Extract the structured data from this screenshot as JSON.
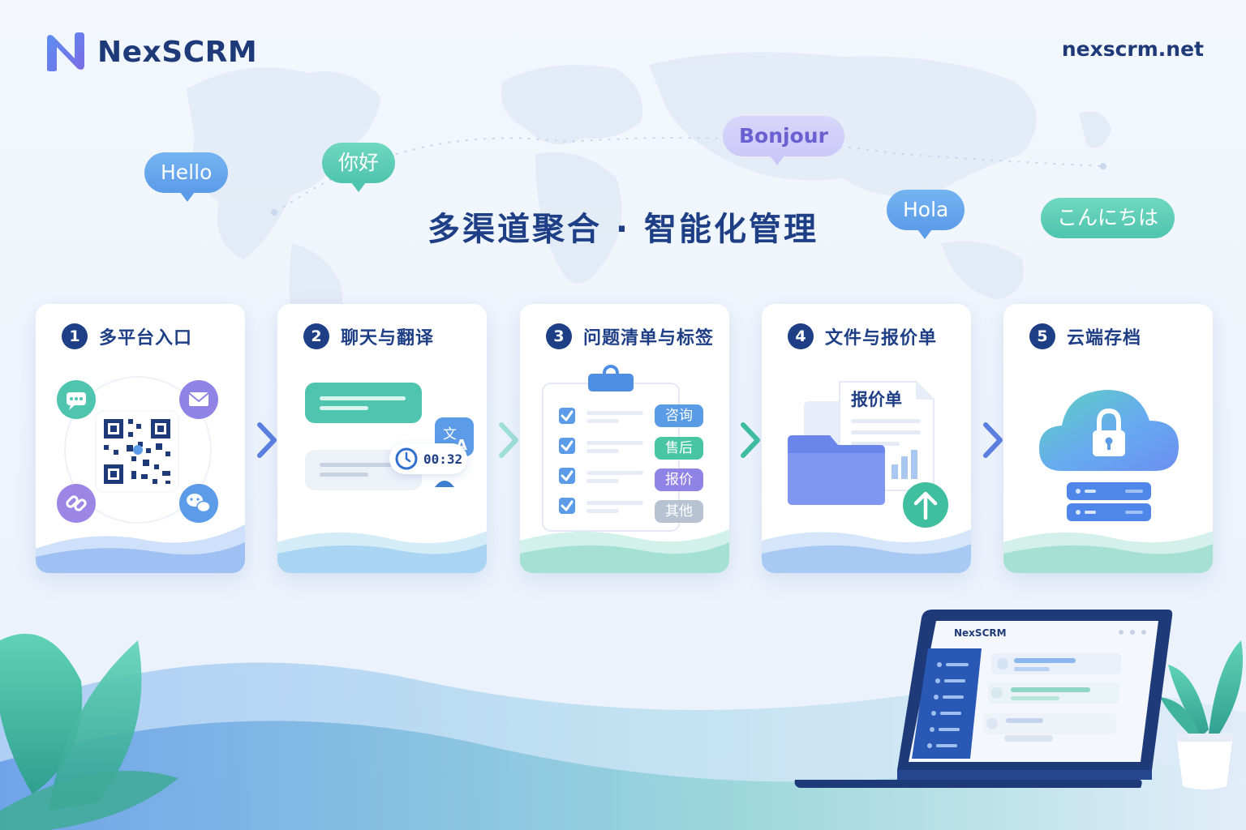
{
  "brand": {
    "name": "NexSCRM",
    "url": "nexscrm.net"
  },
  "headline": "多渠道聚合 · 智能化管理",
  "greetings": [
    "Hello",
    "你好",
    "Bonjour",
    "Hola",
    "こんにちは"
  ],
  "steps": [
    {
      "num": "1",
      "title": "多平台入口"
    },
    {
      "num": "2",
      "title": "聊天与翻译"
    },
    {
      "num": "3",
      "title": "问题清单与标签"
    },
    {
      "num": "4",
      "title": "文件与报价单"
    },
    {
      "num": "5",
      "title": "云端存档"
    }
  ],
  "chat_timer": "00:32",
  "tags": [
    "咨询",
    "售后",
    "报价",
    "其他"
  ],
  "quote_doc_title": "报价单",
  "laptop_brand": "NexSCRM",
  "icons": {
    "channels": [
      "chat-icon",
      "mail-icon",
      "link-icon",
      "wechat-icon",
      "qr-code-icon"
    ],
    "translate": "translate-icon",
    "upload": "upload-arrow-icon",
    "cloud": "cloud-lock-icon"
  },
  "colors": {
    "navy": "#1e3f86",
    "blue": "#5c9be8",
    "teal": "#4fc4ae",
    "purple": "#8f84e6"
  }
}
